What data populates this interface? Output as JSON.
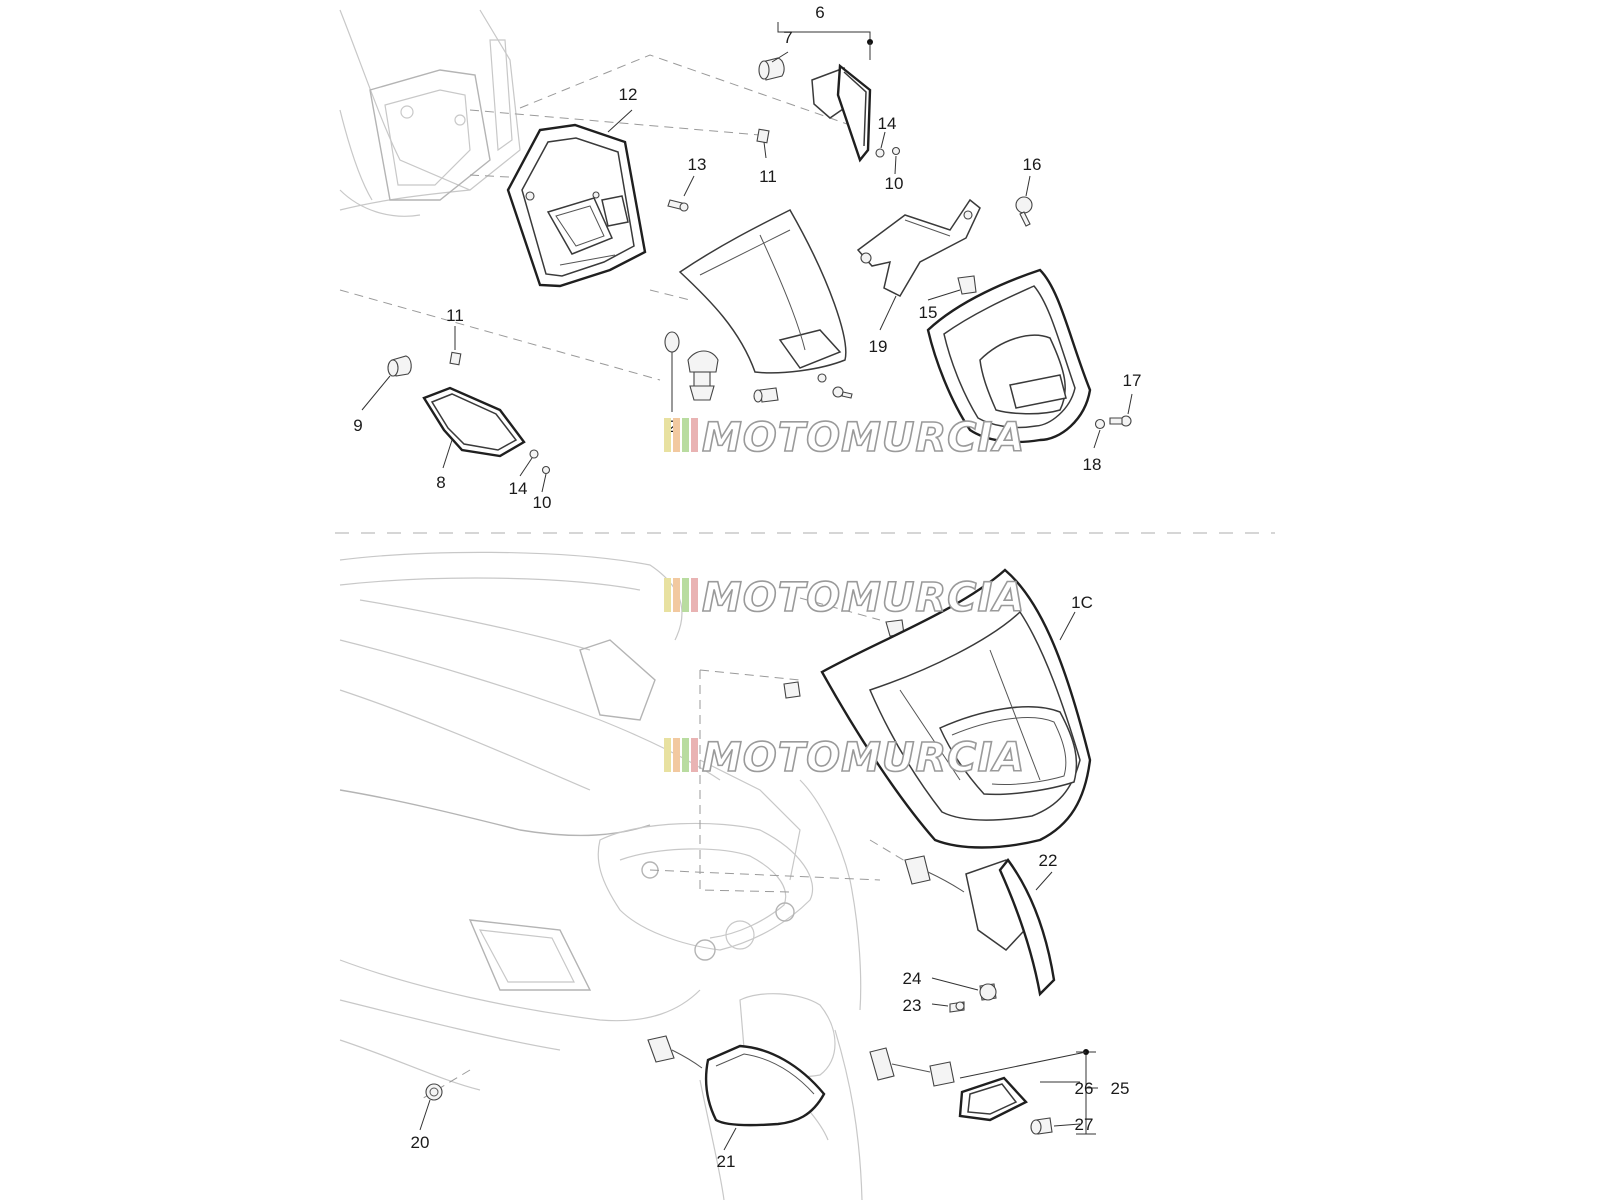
{
  "watermark": {
    "text": "MOTOMURCIA",
    "stripe_colors": [
      "#e8e1a0",
      "#f2c9a0",
      "#b9dca0",
      "#e9b3b3"
    ]
  },
  "callouts": [
    {
      "id": "6",
      "label": "6"
    },
    {
      "id": "7",
      "label": "7"
    },
    {
      "id": "12",
      "label": "12"
    },
    {
      "id": "13",
      "label": "13"
    },
    {
      "id": "11a",
      "label": "11"
    },
    {
      "id": "14a",
      "label": "14"
    },
    {
      "id": "10a",
      "label": "10"
    },
    {
      "id": "16",
      "label": "16"
    },
    {
      "id": "15",
      "label": "15"
    },
    {
      "id": "19",
      "label": "19"
    },
    {
      "id": "11b",
      "label": "11"
    },
    {
      "id": "9",
      "label": "9"
    },
    {
      "id": "8",
      "label": "8"
    },
    {
      "id": "14b",
      "label": "14"
    },
    {
      "id": "10b",
      "label": "10"
    },
    {
      "id": "2",
      "label": "2"
    },
    {
      "id": "17",
      "label": "17"
    },
    {
      "id": "18",
      "label": "18"
    },
    {
      "id": "1C",
      "label": "1C"
    },
    {
      "id": "22",
      "label": "22"
    },
    {
      "id": "24",
      "label": "24"
    },
    {
      "id": "23",
      "label": "23"
    },
    {
      "id": "25",
      "label": "25"
    },
    {
      "id": "26",
      "label": "26"
    },
    {
      "id": "27",
      "label": "27"
    },
    {
      "id": "20",
      "label": "20"
    },
    {
      "id": "21",
      "label": "21"
    }
  ]
}
